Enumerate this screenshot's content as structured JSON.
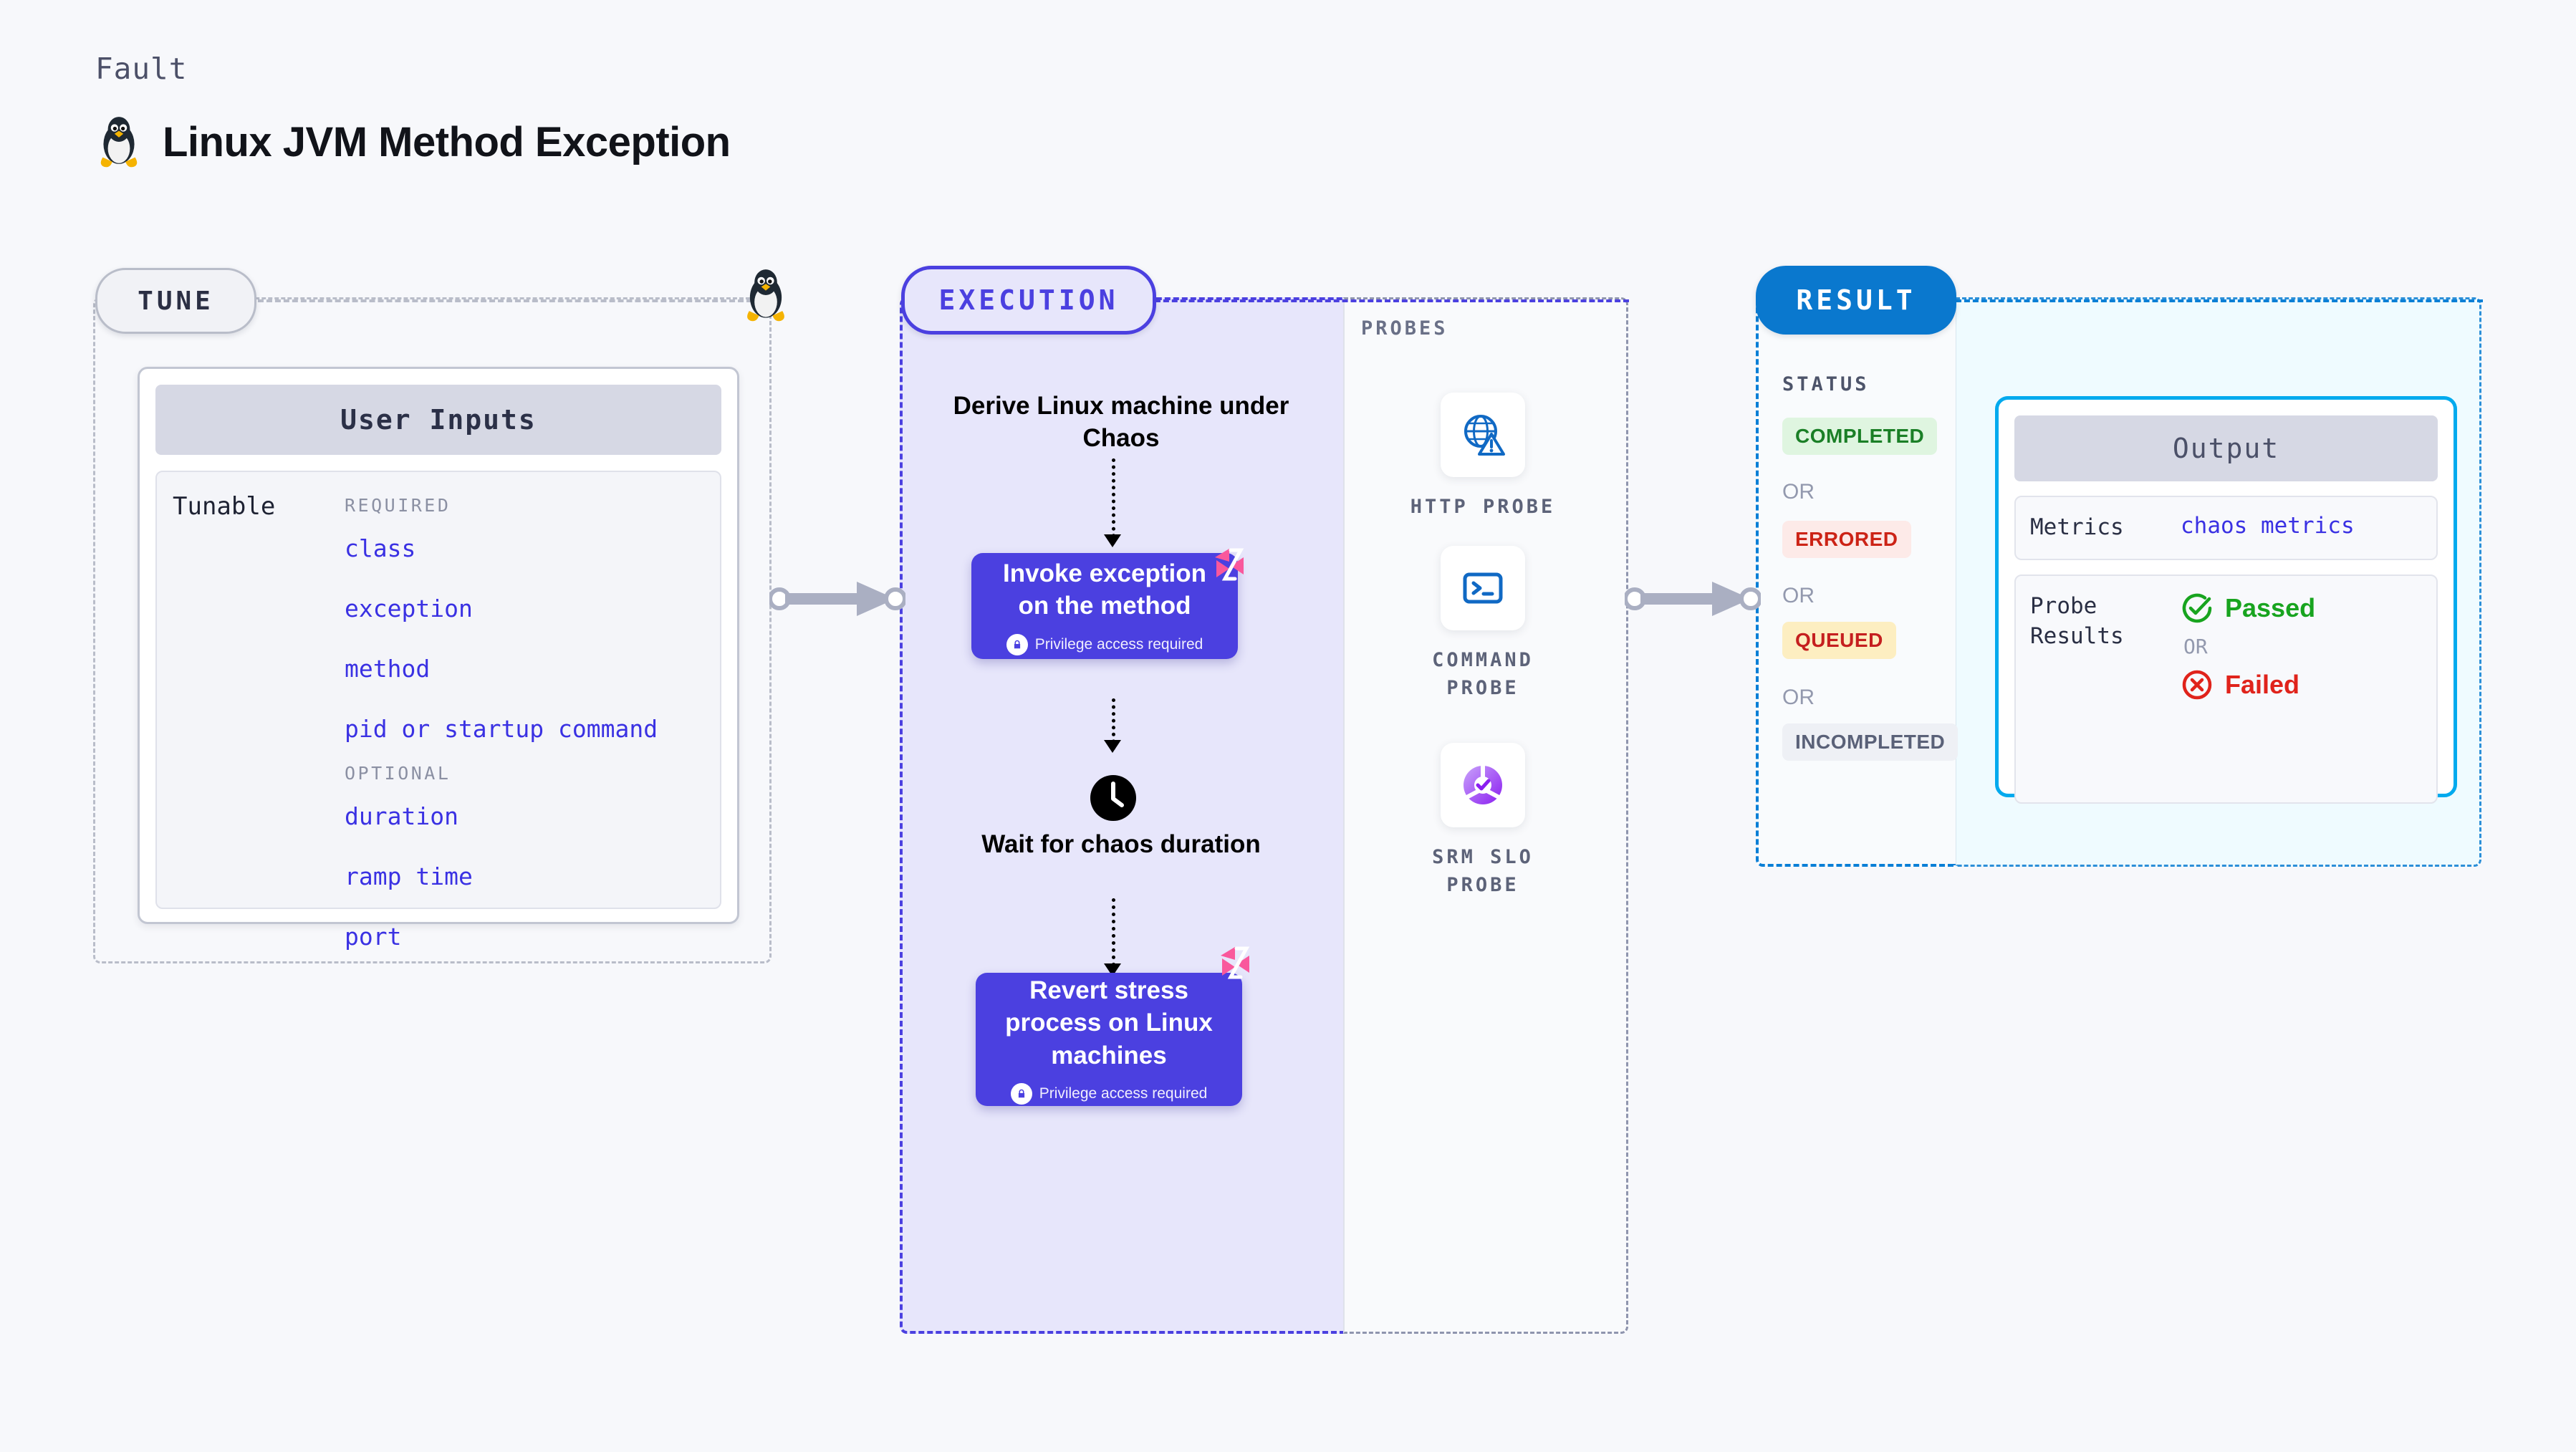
{
  "header": {
    "kicker": "Fault",
    "title": "Linux JVM Method Exception",
    "icon": "linux-penguin-icon"
  },
  "tune": {
    "pill_label": "TUNE",
    "icon": "linux-penguin-icon",
    "card": {
      "header": "User Inputs",
      "row_label": "Tunable",
      "groups": [
        {
          "title": "REQUIRED",
          "items": [
            "class",
            "exception",
            "method",
            "pid or startup command"
          ]
        },
        {
          "title": "OPTIONAL",
          "items": [
            "duration",
            "ramp time",
            "port"
          ]
        }
      ]
    }
  },
  "execution": {
    "pill_label": "EXECUTION",
    "steps": [
      {
        "type": "text",
        "label": "Derive Linux machine under Chaos"
      },
      {
        "type": "action",
        "label": "Invoke exception on the method",
        "note": "Privilege access required",
        "badge": "harness-chaos-icon",
        "lock": "lock-icon"
      },
      {
        "type": "wait",
        "label": "Wait for chaos duration",
        "icon": "clock-icon"
      },
      {
        "type": "action",
        "label": "Revert stress process on Linux machines",
        "note": "Privilege access required",
        "badge": "harness-chaos-icon",
        "lock": "lock-icon"
      }
    ]
  },
  "probes": {
    "title": "PROBES",
    "items": [
      {
        "label": "HTTP PROBE",
        "icon": "globe-warning-icon"
      },
      {
        "label": "COMMAND PROBE",
        "icon": "terminal-prompt-icon"
      },
      {
        "label": "SRM SLO PROBE",
        "icon": "srm-slo-check-icon"
      }
    ]
  },
  "result": {
    "pill_label": "RESULT",
    "status_title": "STATUS",
    "or_label": "OR",
    "statuses": [
      {
        "label": "COMPLETED",
        "bg": "#dff5e0",
        "fg": "#1a7f26"
      },
      {
        "label": "ERRORED",
        "bg": "#fdeae8",
        "fg": "#cc2316"
      },
      {
        "label": "QUEUED",
        "bg": "#fdeec1",
        "fg": "#c51f1f"
      },
      {
        "label": "INCOMPLETED",
        "bg": "#eef0f5",
        "fg": "#5a6178"
      }
    ]
  },
  "output": {
    "header": "Output",
    "rows": [
      {
        "key": "Metrics",
        "value": "chaos metrics"
      },
      {
        "key": "Probe Results",
        "pass": "Passed",
        "or": "OR",
        "fail": "Failed"
      }
    ]
  },
  "colors": {
    "page_bg": "#f7f8fb",
    "tune_border": "#b9bdc9",
    "execution_accent": "#4b40e0",
    "execution_bg": "#e7e6fb",
    "result_accent": "#0a78ce",
    "output_accent": "#00aaee",
    "output_bg": "#effbff",
    "tunable_value": "#3a31e3",
    "harness_pink": "#f9589c"
  }
}
